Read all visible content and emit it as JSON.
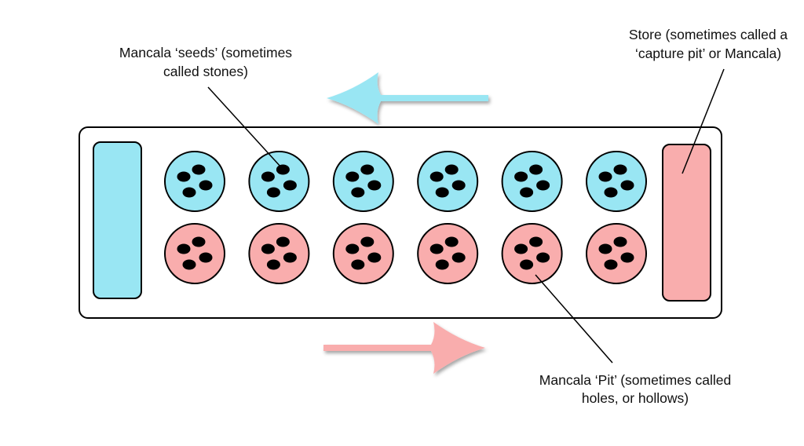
{
  "colors": {
    "blue": "#99e6f3",
    "pink": "#f9adad",
    "seed": "#000000",
    "outline": "#000000"
  },
  "labels": {
    "seeds": [
      "Mancala ‘seeds’ (sometimes",
      "called stones)"
    ],
    "store": [
      "Store (sometimes called a",
      "‘capture pit’ or Mancala)"
    ],
    "pit": [
      "Mancala ‘Pit’ (sometimes called",
      "holes, or hollows)"
    ]
  },
  "board": {
    "pits_per_row": 6,
    "seeds_per_pit": 4,
    "top_row_color": "blue",
    "bottom_row_color": "pink",
    "left_store_color": "blue",
    "right_store_color": "pink"
  },
  "arrows": {
    "top": {
      "direction": "left",
      "color": "blue"
    },
    "bottom": {
      "direction": "right",
      "color": "pink"
    }
  }
}
